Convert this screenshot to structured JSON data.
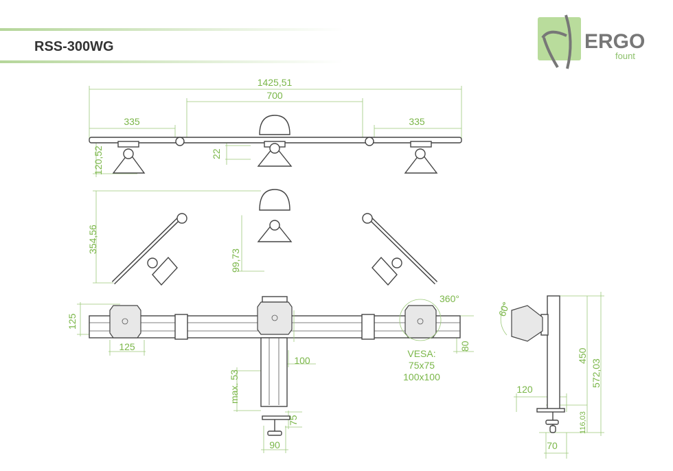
{
  "header": {
    "title": "RSS-300WG"
  },
  "logo": {
    "brand": "ERGO",
    "sub": "fount"
  },
  "colors": {
    "accent": "#7ab648",
    "line": "#444444",
    "header_bar": "#c9e2b3"
  },
  "top_view": {
    "overall": "1425,51",
    "center": "700",
    "left": "335",
    "right": "335",
    "depth": "120,52",
    "offset": "22"
  },
  "angled_view": {
    "depth": "354,56",
    "offset": "99,73"
  },
  "front_view": {
    "plate_height": "125",
    "plate_width": "125",
    "pole_width": "100",
    "max_height": "max. 53",
    "clamp_height": "75",
    "base_width": "90",
    "rail_height": "80",
    "rotation": "360°",
    "vesa_label": "VESA:",
    "vesa_1": "75x75",
    "vesa_2": "100x100"
  },
  "side_view": {
    "tilt": "60°",
    "pole_height": "450",
    "total_height": "572,03",
    "depth": "120",
    "clamp_height": "116,03",
    "clamp_width": "70"
  }
}
